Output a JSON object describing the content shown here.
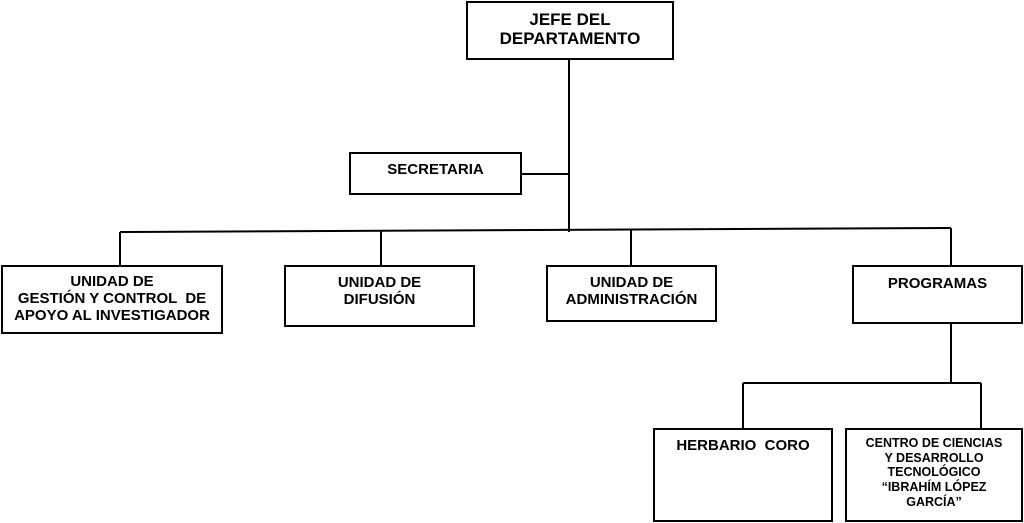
{
  "org_chart": {
    "nodes": [
      {
        "id": "jefe",
        "lines": [
          "JEFE DEL",
          "DEPARTAMENTO"
        ]
      },
      {
        "id": "secretaria",
        "lines": [
          "SECRETARIA"
        ]
      },
      {
        "id": "gestion",
        "lines": [
          "UNIDAD DE",
          "GESTIÓN Y CONTROL  DE",
          "APOYO AL INVESTIGADOR"
        ]
      },
      {
        "id": "difusion",
        "lines": [
          "UNIDAD DE",
          "DIFUSIÓN"
        ]
      },
      {
        "id": "admin",
        "lines": [
          "UNIDAD DE",
          "ADMINISTRACIÓN"
        ]
      },
      {
        "id": "programas",
        "lines": [
          "PROGRAMAS"
        ]
      },
      {
        "id": "herbario",
        "lines": [
          "HERBARIO  CORO"
        ]
      },
      {
        "id": "centro",
        "lines": [
          "CENTRO DE CIENCIAS",
          "Y DESARROLLO",
          "TECNOLÓGICO",
          "“IBRAHÍM LÓPEZ",
          "GARCÍA”"
        ]
      }
    ],
    "edges": [
      [
        "jefe",
        "secretaria"
      ],
      [
        "jefe",
        "gestion"
      ],
      [
        "jefe",
        "difusion"
      ],
      [
        "jefe",
        "admin"
      ],
      [
        "jefe",
        "programas"
      ],
      [
        "programas",
        "herbario"
      ],
      [
        "programas",
        "centro"
      ]
    ]
  }
}
